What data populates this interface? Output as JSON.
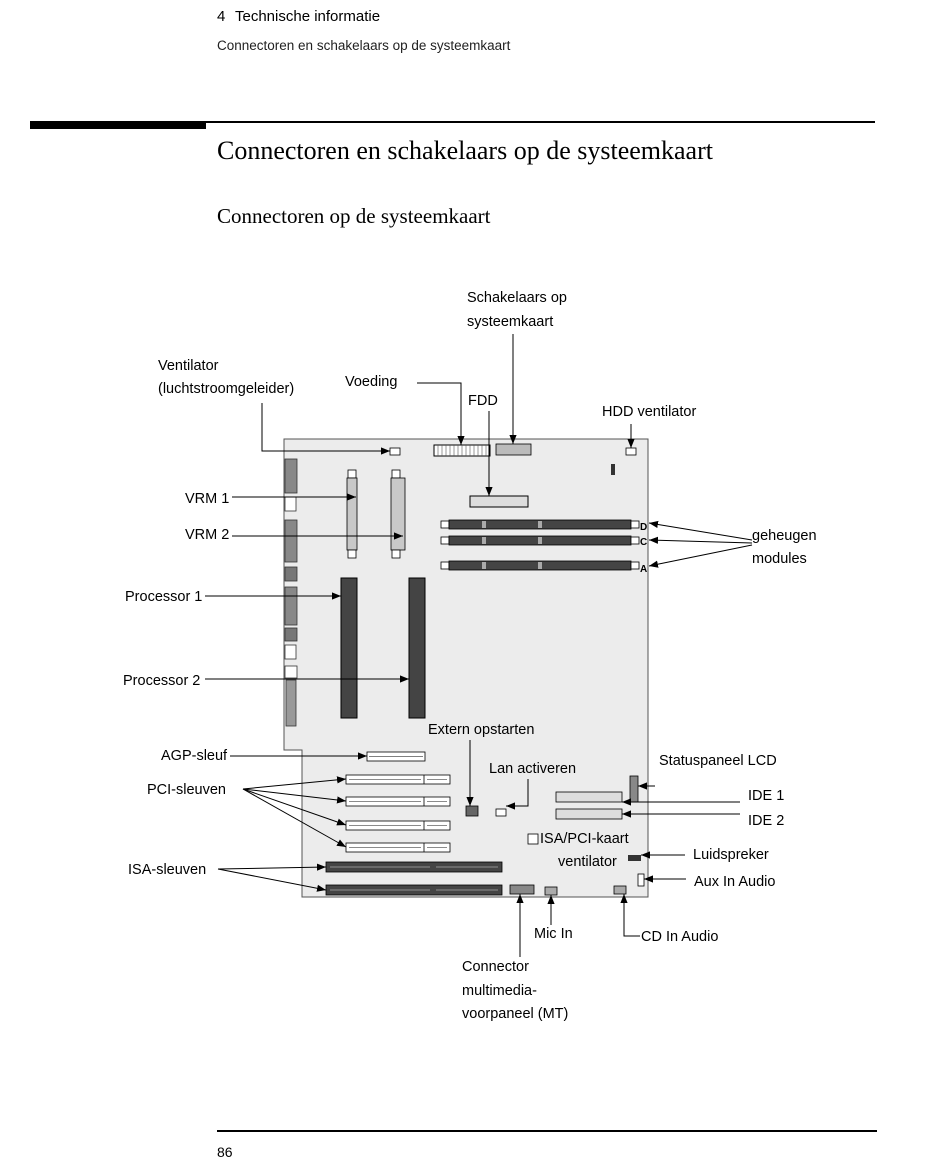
{
  "header": {
    "chapter_number": "4",
    "chapter_title": "Technische informatie",
    "section": "Connectoren en schakelaars op de systeemkaart"
  },
  "title": "Connectoren en schakelaars op de systeemkaart",
  "subtitle": "Connectoren op de systeemkaart",
  "diagram": {
    "labels": {
      "schakelaars_1": "Schakelaars op",
      "schakelaars_2": "systeemkaart",
      "ventilator_1": "Ventilator",
      "ventilator_2": "(luchtstroomgeleider)",
      "voeding": "Voeding",
      "fdd": "FDD",
      "hdd_ventilator": "HDD ventilator",
      "vrm1": "VRM 1",
      "vrm2": "VRM 2",
      "geheugen_1": "geheugen",
      "geheugen_2": "modules",
      "processor1": "Processor 1",
      "processor2": "Processor 2",
      "extern_opstarten": "Extern opstarten",
      "agp": "AGP-sleuf",
      "lan": "Lan activeren",
      "statuspaneel": "Statuspaneel LCD",
      "pci": "PCI-sleuven",
      "ide1": "IDE 1",
      "ide2": "IDE 2",
      "isapci_1": "ISA/PCI-kaart",
      "isapci_2": "ventilator",
      "luidspreker": "Luidspreker",
      "isa": "ISA-sleuven",
      "aux": "Aux In Audio",
      "mic": "Mic In",
      "cd": "CD In Audio",
      "mm_1": "Connector",
      "mm_2": "multimedia-",
      "mm_3": "voorpaneel (MT)",
      "dimm_d": "D",
      "dimm_c": "C",
      "dimm_a": "A"
    }
  },
  "footer": {
    "page_number": "86"
  }
}
